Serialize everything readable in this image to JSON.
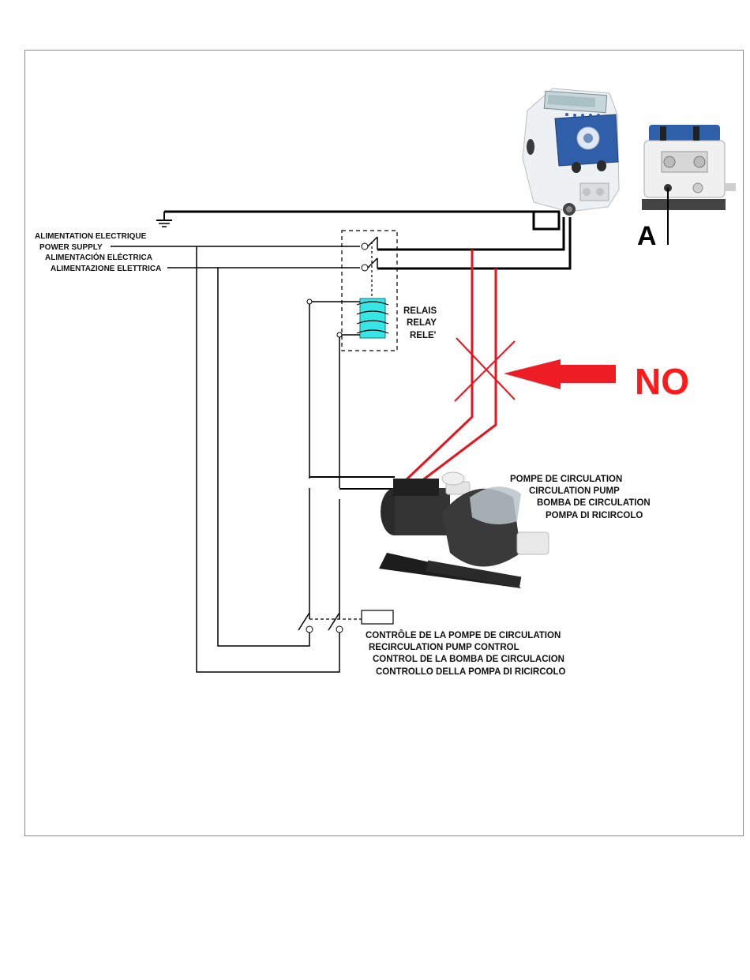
{
  "power_supply_labels": [
    "ALIMENTATION ELECTRIQUE",
    "POWER SUPPLY",
    "ALIMENTACIÓN ELÉCTRICA",
    "ALIMENTAZIONE ELETTRICA"
  ],
  "relay_labels": [
    "RELAIS",
    "RELAY",
    "RELE'"
  ],
  "warning_label": "NO",
  "connector_label": "A",
  "pump_labels": [
    "POMPE DE CIRCULATION",
    "CIRCULATION PUMP",
    "BOMBA DE CIRCULATION",
    "POMPA DI RICIRCOLO"
  ],
  "pump_control_labels": [
    "CONTRÔLE DE LA POMPE DE CIRCULATION",
    "RECIRCULATION PUMP CONTROL",
    "CONTROL DE LA BOMBA DE CIRCULACION",
    "CONTROLLO DELLA POMPA DI RICIRCOLO"
  ],
  "colors": {
    "wire": "#000000",
    "wrong_wire": "#e8141c",
    "relay_coil": "#36e6e6",
    "controller_panel": "#2f5fa8"
  }
}
